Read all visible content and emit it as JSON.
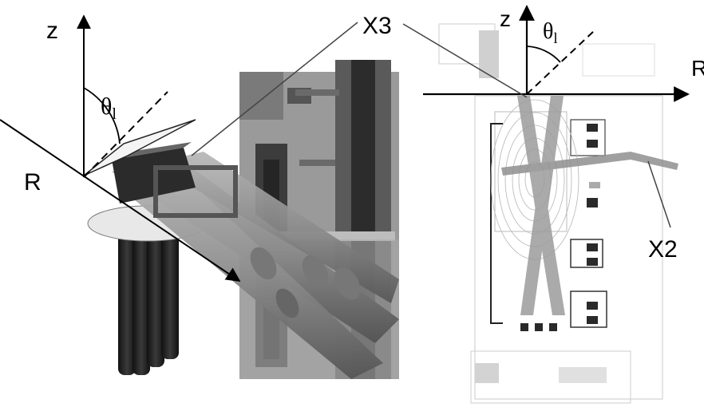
{
  "left_panel": {
    "axis_z": "z",
    "axis_r": "R",
    "angle": "θ",
    "angle_sub": "l"
  },
  "right_panel": {
    "axis_z": "z",
    "axis_r": "R",
    "angle": "θ",
    "angle_sub": "l"
  },
  "callouts": {
    "x3": "X3",
    "x2": "X2"
  },
  "colors": {
    "background": "#ffffff",
    "axis": "#000000",
    "tube_gray": "#8a8a8a",
    "dark_gray": "#3c3c3c",
    "beam_gray": "#a0a0a0"
  }
}
